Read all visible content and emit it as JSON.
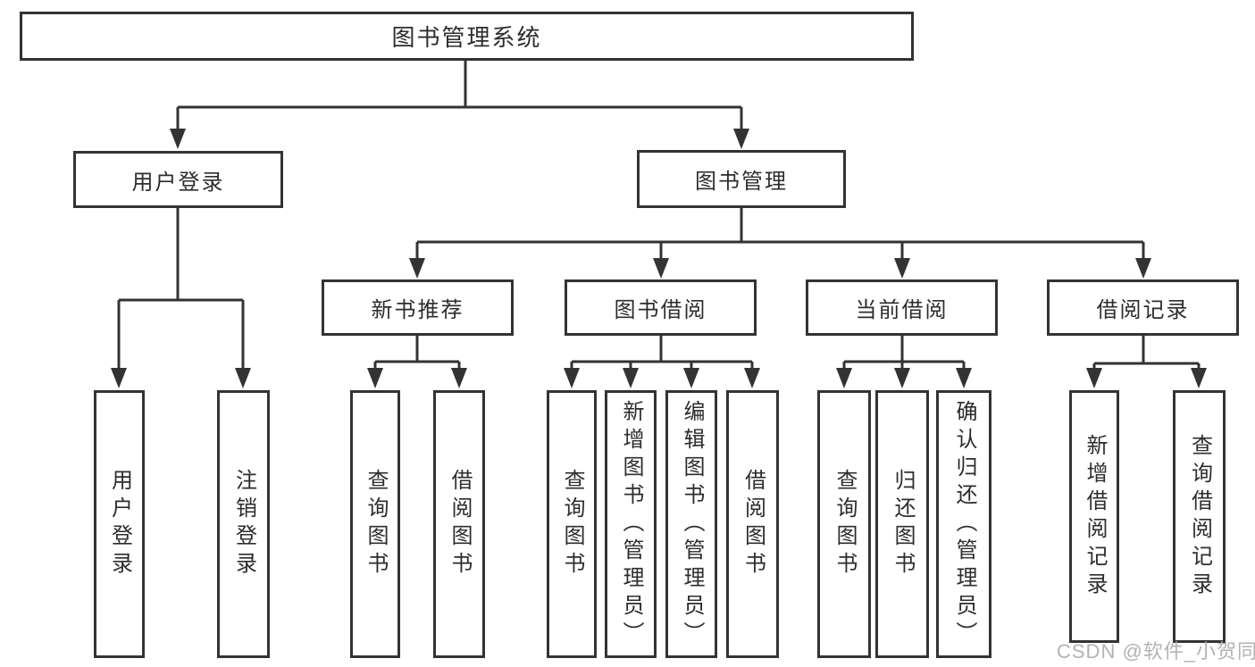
{
  "diagram": {
    "tree": {
      "label": "图书管理系统",
      "children": [
        {
          "label": "用户登录",
          "children": [
            {
              "label": "用户登录"
            },
            {
              "label": "注销登录"
            }
          ]
        },
        {
          "label": "图书管理",
          "children": [
            {
              "label": "新书推荐",
              "children": [
                {
                  "label": "查询图书"
                },
                {
                  "label": "借阅图书"
                }
              ]
            },
            {
              "label": "图书借阅",
              "children": [
                {
                  "label": "查询图书"
                },
                {
                  "label": "新增图书（管理员）"
                },
                {
                  "label": "编辑图书（管理员）"
                },
                {
                  "label": "借阅图书"
                }
              ]
            },
            {
              "label": "当前借阅",
              "children": [
                {
                  "label": "查询图书"
                },
                {
                  "label": "归还图书"
                },
                {
                  "label": "确认归还（管理员）"
                }
              ]
            },
            {
              "label": "借阅记录",
              "children": [
                {
                  "label": "新增借阅记录"
                },
                {
                  "label": "查询借阅记录"
                }
              ]
            }
          ]
        }
      ]
    }
  },
  "watermark": {
    "text": "CSDN @软件_小贺同学"
  },
  "colors": {
    "line": "#333333",
    "box_background": "#ffffff",
    "watermark": "#b3b3b3",
    "background": "#ffffff"
  }
}
